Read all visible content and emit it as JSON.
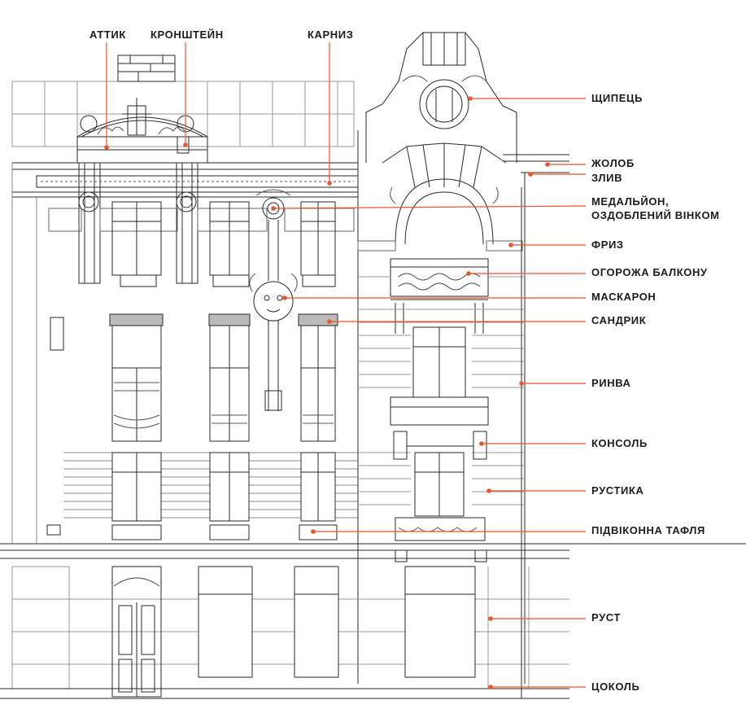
{
  "accent_color": "#e8562a",
  "line_color": "#2a2a2a",
  "labels_top": [
    {
      "id": "attik",
      "text": "АТТИК"
    },
    {
      "id": "kronshtein",
      "text": "КРОНШТЕЙН"
    },
    {
      "id": "karnyz",
      "text": "КАРНИЗ"
    }
  ],
  "labels_right": [
    {
      "id": "shchypets",
      "text": "ЩИПЕЦЬ"
    },
    {
      "id": "zholob",
      "text": "ЖОЛОБ"
    },
    {
      "id": "zlyv",
      "text": "ЗЛИВ"
    },
    {
      "id": "medalion",
      "text": "МЕДАЛЬЙОН,",
      "text2": "ОЗДОБЛЕНИЙ ВІНКОМ"
    },
    {
      "id": "fryz",
      "text": "ФРИЗ"
    },
    {
      "id": "ohorozha",
      "text": "ОГОРОЖА БАЛКОНУ"
    },
    {
      "id": "maskaron",
      "text": "МАСКАРОН"
    },
    {
      "id": "sandryk",
      "text": "САНДРИК"
    },
    {
      "id": "rynva",
      "text": "РИНВА"
    },
    {
      "id": "konsol",
      "text": "КОНСОЛЬ"
    },
    {
      "id": "rustyka",
      "text": "РУСТИКА"
    },
    {
      "id": "pidvikonna",
      "text": "ПІДВІКОННА ТАФЛЯ"
    },
    {
      "id": "rust",
      "text": "РУСТ"
    },
    {
      "id": "tsokol",
      "text": "ЦОКОЛЬ"
    }
  ]
}
